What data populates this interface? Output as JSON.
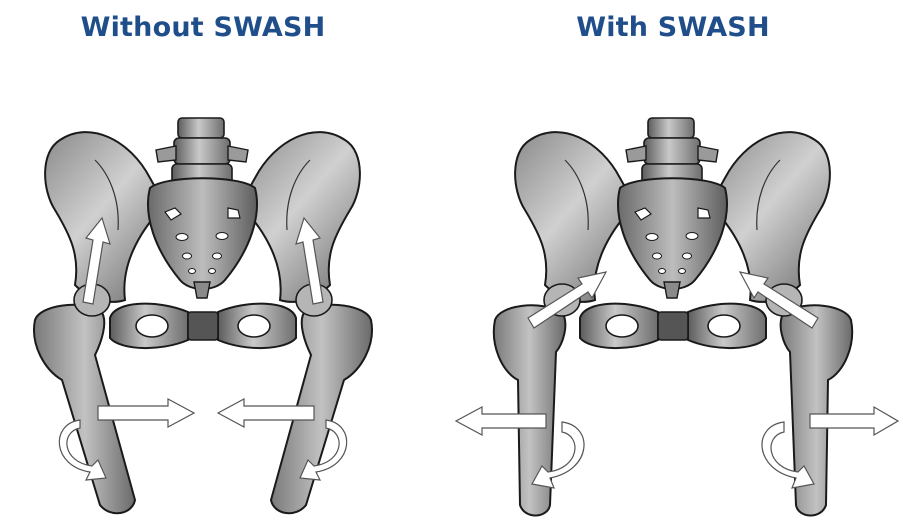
{
  "panels": [
    {
      "title": "Without SWASH"
    },
    {
      "title": "With SWASH"
    }
  ],
  "colors": {
    "title": "#1f4e8a",
    "bone_light": "#c8c8c8",
    "bone_dark": "#6b6b6b",
    "outline": "#1a1a1a",
    "arrow_fill": "#ffffff"
  },
  "icons": [
    "pelvis-illustration",
    "femur-bone",
    "force-arrow",
    "rotation-arrow"
  ]
}
